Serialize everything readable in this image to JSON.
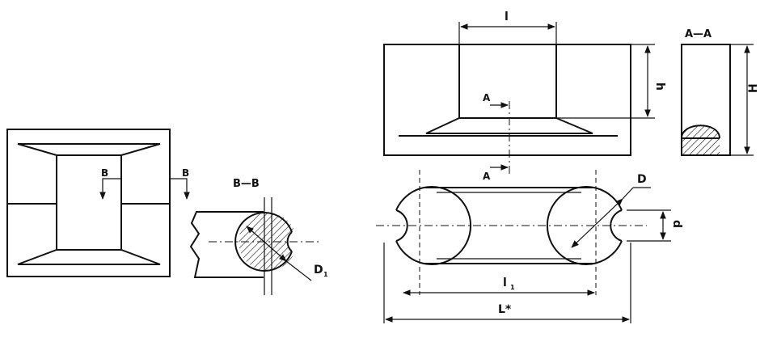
{
  "labels": {
    "section_bb_title": "B—B",
    "arrow_b_left": "B",
    "arrow_b_right": "B",
    "d1": "D",
    "d1_sub": "1",
    "l_top": "l",
    "h_small": "h",
    "section_aa_title": "A—A",
    "h_big": "H",
    "arrow_a_top": "A",
    "arrow_a_bottom": "A",
    "d_big": "D",
    "d_small": "d",
    "l1": "l",
    "l1_sub": "1",
    "l_star": "L*"
  },
  "colors": {
    "line": "#111111",
    "background": "#ffffff"
  }
}
